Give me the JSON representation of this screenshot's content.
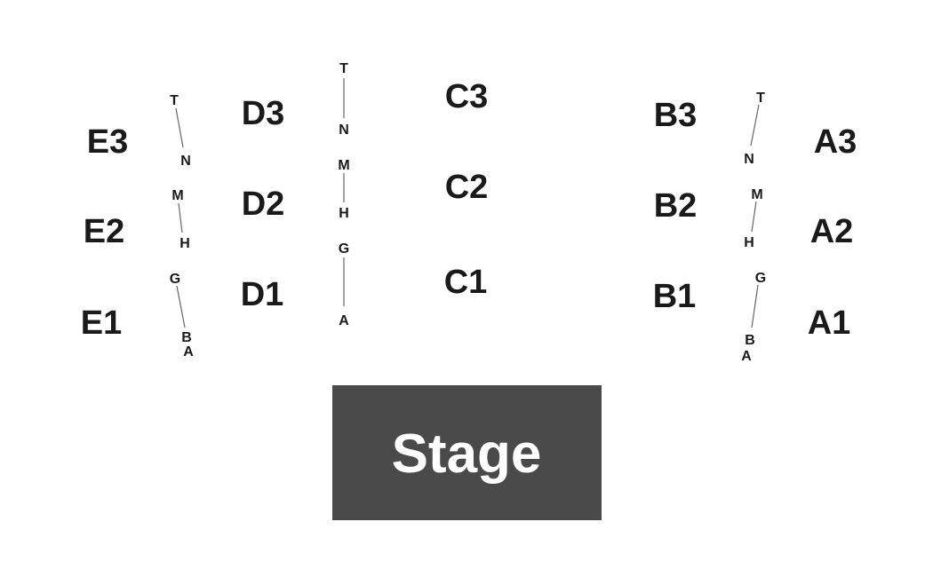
{
  "colors": {
    "background": "#ffffff",
    "text": "#1a1a1a",
    "stage_fill": "#4a4a4a",
    "stage_text": "#ffffff",
    "row_line": "#666666"
  },
  "stage": {
    "label": "Stage"
  },
  "sections": {
    "E3": "E3",
    "E2": "E2",
    "E1": "E1",
    "D3": "D3",
    "D2": "D2",
    "D1": "D1",
    "C3": "C3",
    "C2": "C2",
    "C1": "C1",
    "B3": "B3",
    "B2": "B2",
    "B1": "B1",
    "A3": "A3",
    "A2": "A2",
    "A1": "A1"
  },
  "rows": {
    "left": [
      "T",
      "N",
      "M",
      "H",
      "G",
      "B",
      "A"
    ],
    "center": [
      "T",
      "N",
      "M",
      "H",
      "G",
      "A"
    ],
    "right": [
      "T",
      "N",
      "M",
      "H",
      "G",
      "B",
      "A"
    ]
  }
}
